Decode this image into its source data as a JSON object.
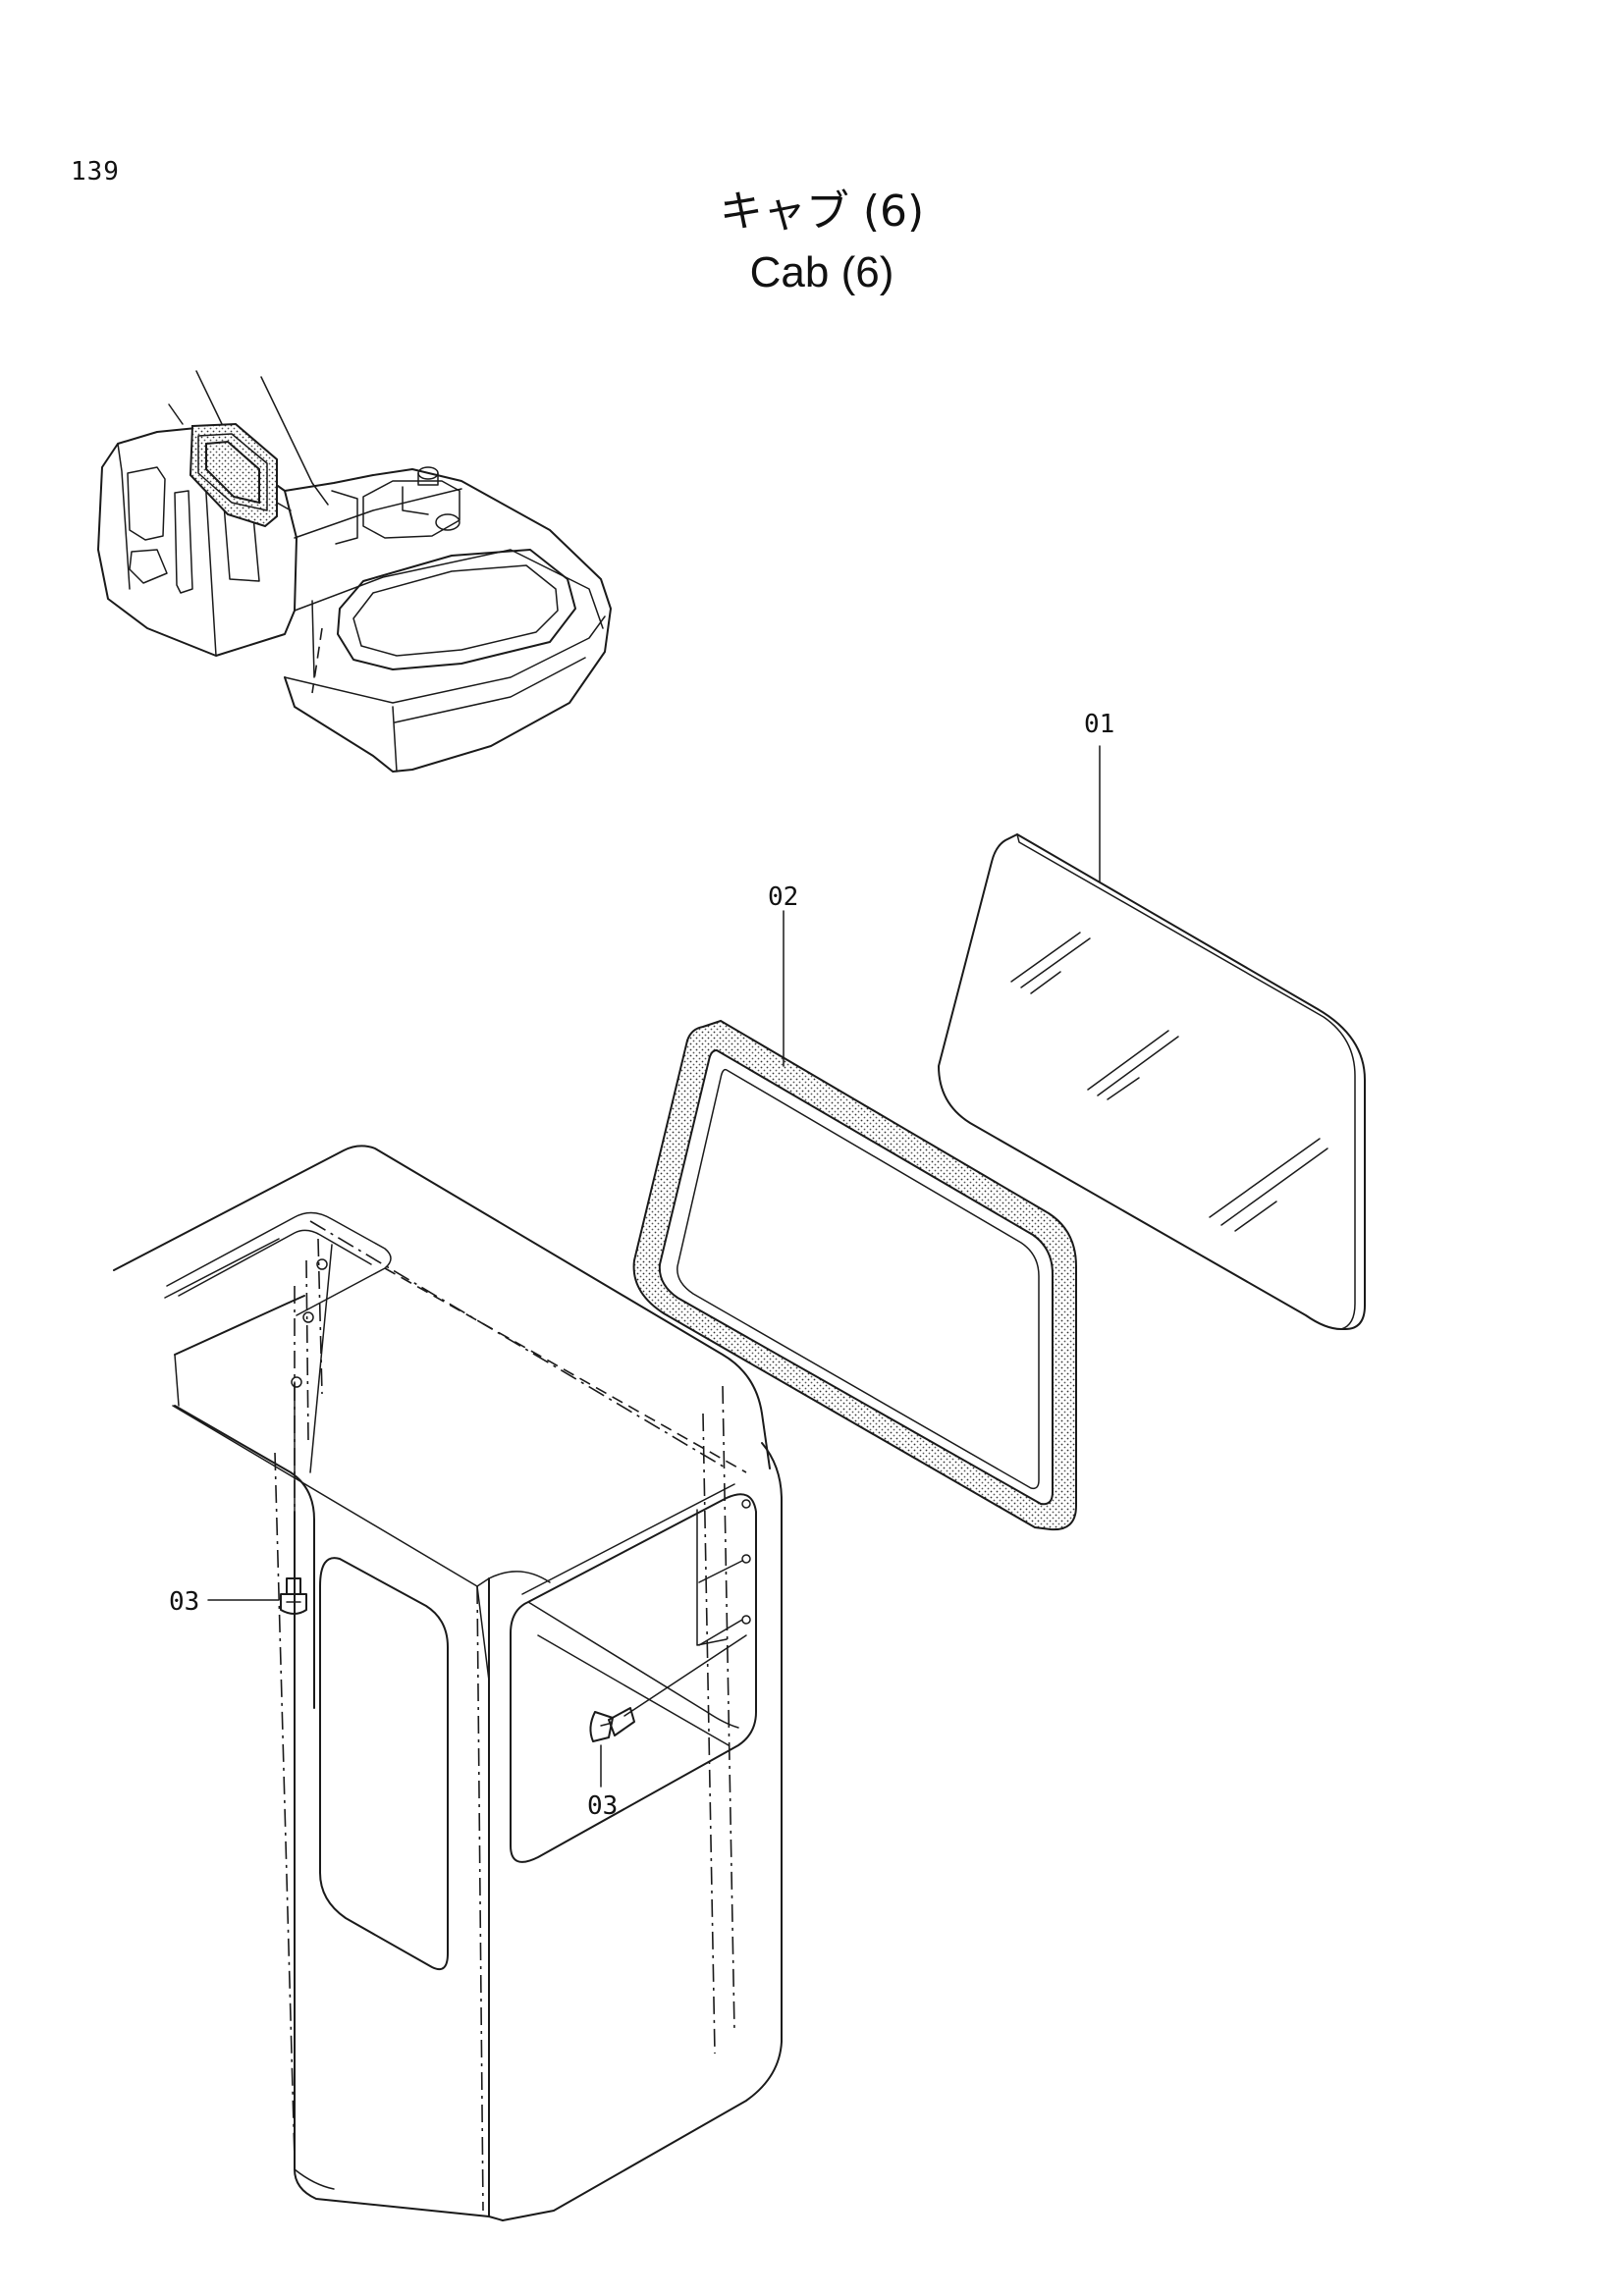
{
  "page": {
    "number": "139",
    "title_jp": "キャブ (6)",
    "title_en": "Cab (6)"
  },
  "callouts": [
    {
      "id": "01",
      "label": "01"
    },
    {
      "id": "02",
      "label": "02"
    },
    {
      "id": "03a",
      "label": "03"
    },
    {
      "id": "03b",
      "label": "03"
    }
  ],
  "colors": {
    "ink": "#1a1a1a",
    "paper": "#ffffff"
  }
}
